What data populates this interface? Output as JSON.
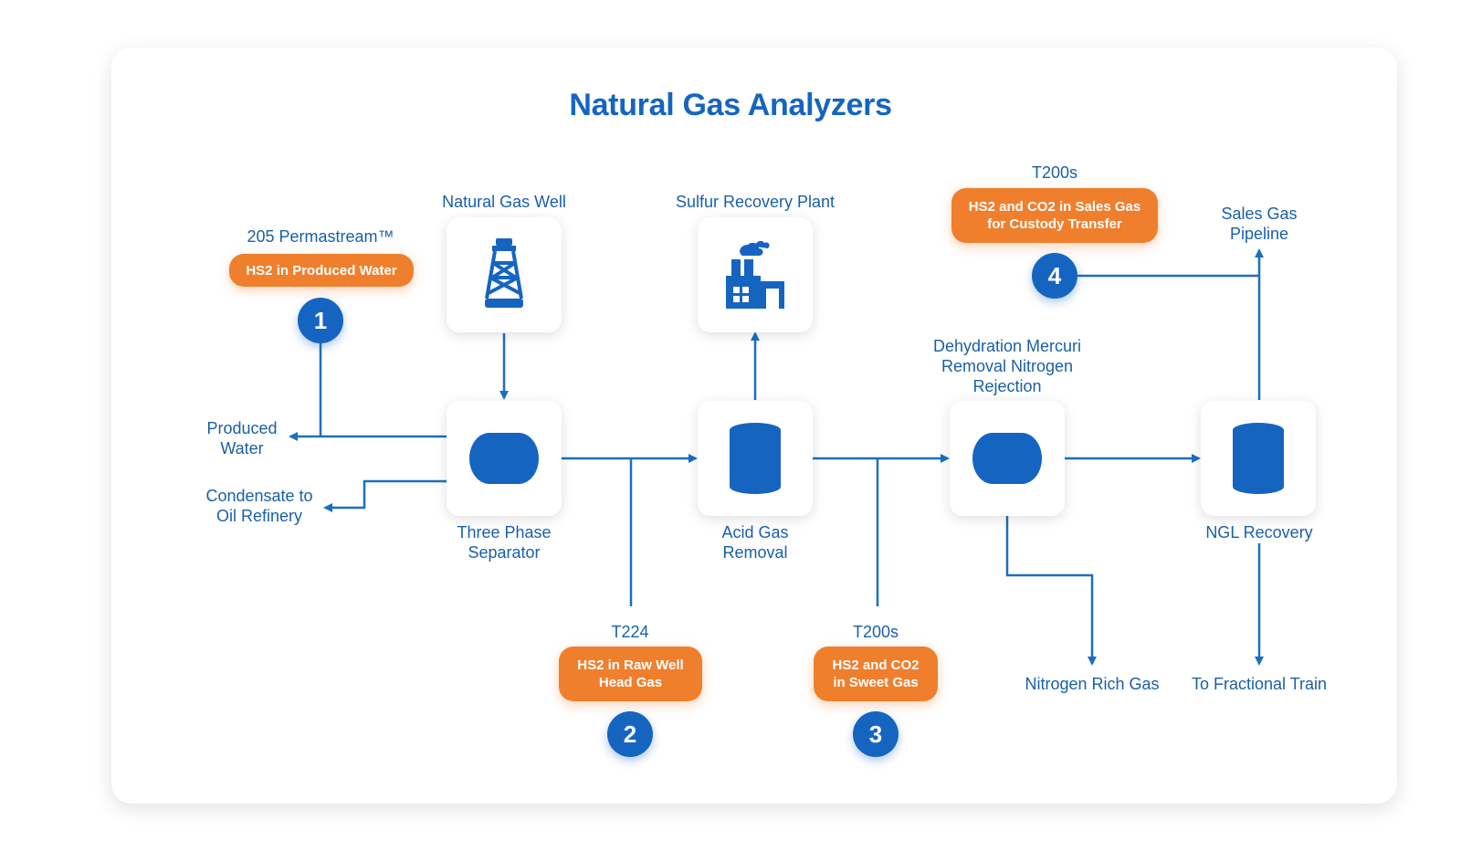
{
  "title": "Natural Gas Analyzers",
  "colors": {
    "accent": "#1565c0",
    "orange": "#f07f2d",
    "line": "#1a6fc0"
  },
  "units": {
    "well": {
      "label": "Natural Gas Well",
      "icon": "oil-derrick-icon"
    },
    "sulfur": {
      "label": "Sulfur Recovery Plant",
      "icon": "factory-icon"
    },
    "separator": {
      "label_line1": "Three Phase",
      "label_line2": "Separator",
      "icon": "horizontal-tank-icon"
    },
    "acid_gas": {
      "label_line1": "Acid Gas",
      "label_line2": "Removal",
      "icon": "vertical-tank-icon"
    },
    "dehydration": {
      "label_line1": "Dehydration Mercuri",
      "label_line2": "Removal Nitrogen",
      "label_line3": "Rejection",
      "icon": "horizontal-tank-icon"
    },
    "ngl": {
      "label": "NGL Recovery",
      "icon": "vertical-tank-icon"
    }
  },
  "outputs": {
    "produced_water_1": "Produced",
    "produced_water_2": "Water",
    "condensate_1": "Condensate to",
    "condensate_2": "Oil Refinery",
    "nitrogen": "Nitrogen Rich Gas",
    "fractional": "To Fractional Train",
    "sales_1": "Sales Gas",
    "sales_2": "Pipeline"
  },
  "analyzers": [
    {
      "number": "1",
      "model": "205 Permastream™",
      "line1": "HS2 in Produced Water",
      "line2": ""
    },
    {
      "number": "2",
      "model": "T224",
      "line1": "HS2 in Raw Well",
      "line2": "Head Gas"
    },
    {
      "number": "3",
      "model": "T200s",
      "line1": "HS2 and CO2",
      "line2": "in Sweet Gas"
    },
    {
      "number": "4",
      "model": "T200s",
      "line1": "HS2 and CO2 in Sales Gas",
      "line2": "for Custody Transfer"
    }
  ]
}
